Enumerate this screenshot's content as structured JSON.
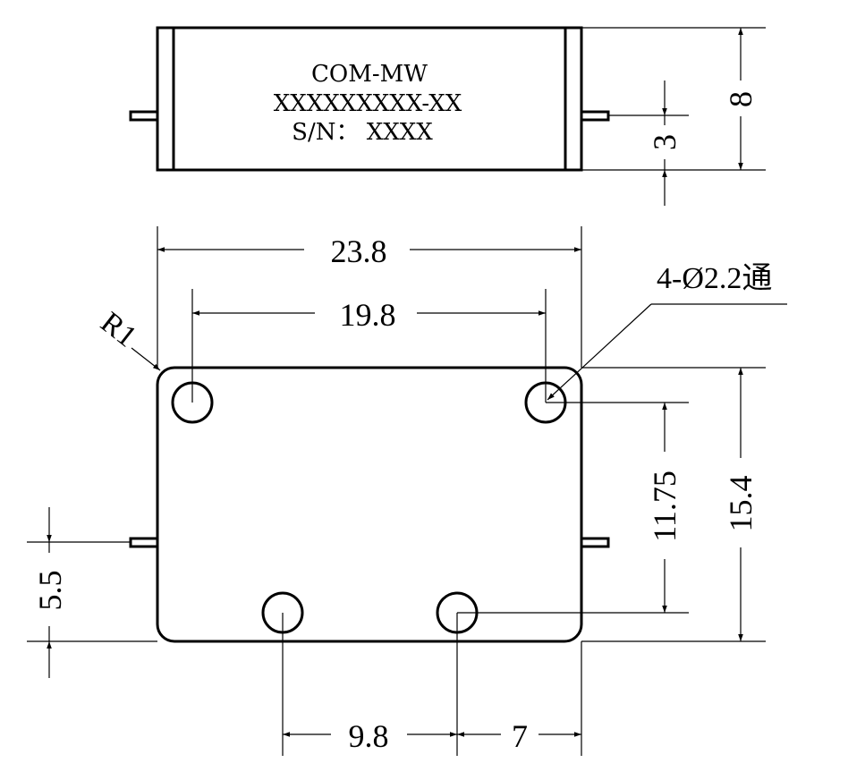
{
  "marking": {
    "line1": "COM-MW",
    "line2": "XXXXXXXXX-XX",
    "line3": "S/N： XXXX"
  },
  "dimensions": {
    "body_height_side": "8",
    "pin_height": "3",
    "overall_length": "23.8",
    "hole_pitch_top": "19.8",
    "corner_radius": "R1",
    "mounting_holes": "4-Ø2.2通",
    "hole_pitch_vertical": "11.75",
    "overall_width": "15.4",
    "pin_offset": "5.5",
    "hole_pitch_bottom": "9.8",
    "hole_to_edge": "7"
  }
}
